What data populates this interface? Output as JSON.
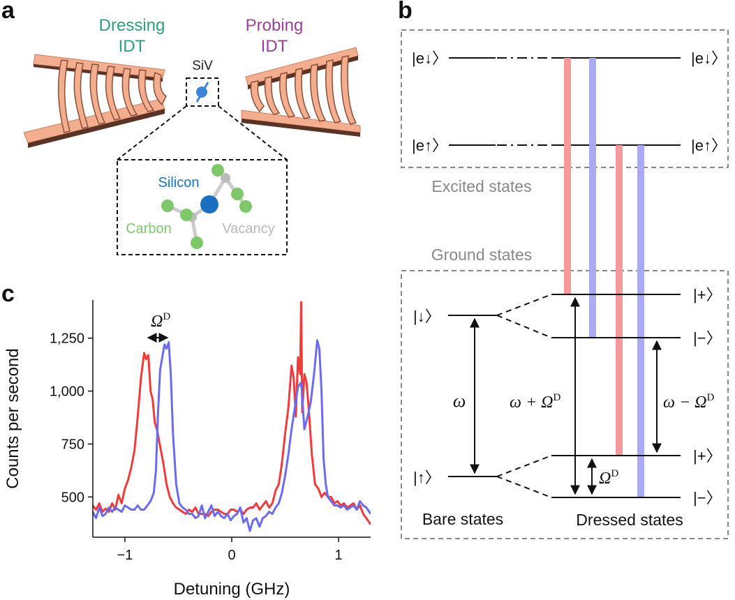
{
  "panels": {
    "a": "a",
    "b": "b",
    "c": "c"
  },
  "panel_a": {
    "dressing_idt": [
      "Dressing",
      "IDT"
    ],
    "probing_idt": [
      "Probing",
      "IDT"
    ],
    "siv": "SiV",
    "silicon": "Silicon",
    "carbon": "Carbon",
    "vacancy": "Vacancy",
    "colors": {
      "dressing": "#2f9e7e",
      "probing": "#9b3f9b",
      "silicon": "#1a73c2",
      "carbon": "#7ec86a",
      "vacancy": "#b8b8b8",
      "idt": "#f2ae8e"
    }
  },
  "panel_b": {
    "e_down": "|e↓〉",
    "e_up": "|e↑〉",
    "excited_states": "Excited states",
    "ground_states": "Ground states",
    "ket_down": "|↓〉",
    "ket_up": "|↑〉",
    "plus": "|+〉",
    "minus": "|−〉",
    "omega": "ω",
    "omega_plus": "ω + Ω",
    "omega_minus": "ω − Ω",
    "omega_d": "Ω",
    "sup_d": "D",
    "bare_states": "Bare states",
    "dressed_states": "Dressed states",
    "colors": {
      "red": "#f59a9a",
      "blue": "#aaaaf2"
    }
  },
  "chart_data": {
    "type": "line",
    "xlabel": "Detuning (GHz)",
    "ylabel": "Counts per second",
    "xlim": [
      -1.3,
      1.3
    ],
    "ylim": [
      310,
      1430
    ],
    "xticks": [
      -1,
      0,
      1
    ],
    "xtick_labels": [
      "−1",
      "0",
      "1"
    ],
    "yticks": [
      500,
      750,
      1000,
      1250
    ],
    "ytick_labels": [
      "500",
      "750",
      "1,000",
      "1,250"
    ],
    "annotation": "Ω",
    "annotation_sup": "D",
    "series": [
      {
        "color": "#ef3b3b",
        "x": [
          -1.3,
          -1.27,
          -1.24,
          -1.21,
          -1.18,
          -1.15,
          -1.12,
          -1.09,
          -1.06,
          -1.03,
          -1.0,
          -0.97,
          -0.94,
          -0.91,
          -0.88,
          -0.85,
          -0.82,
          -0.8,
          -0.78,
          -0.76,
          -0.74,
          -0.72,
          -0.7,
          -0.67,
          -0.64,
          -0.61,
          -0.58,
          -0.55,
          -0.52,
          -0.49,
          -0.46,
          -0.43,
          -0.4,
          -0.37,
          -0.34,
          -0.31,
          -0.28,
          -0.25,
          -0.22,
          -0.19,
          -0.16,
          -0.13,
          -0.1,
          -0.07,
          -0.04,
          -0.01,
          0.02,
          0.05,
          0.08,
          0.11,
          0.14,
          0.17,
          0.2,
          0.23,
          0.26,
          0.29,
          0.32,
          0.35,
          0.38,
          0.41,
          0.44,
          0.47,
          0.5,
          0.53,
          0.56,
          0.58,
          0.6,
          0.62,
          0.64,
          0.65,
          0.66,
          0.68,
          0.7,
          0.72,
          0.75,
          0.78,
          0.81,
          0.84,
          0.87,
          0.9,
          0.93,
          0.96,
          0.99,
          1.02,
          1.05,
          1.08,
          1.11,
          1.14,
          1.17,
          1.2,
          1.23,
          1.26,
          1.3
        ],
        "y": [
          460,
          440,
          470,
          430,
          445,
          430,
          470,
          440,
          510,
          470,
          540,
          580,
          640,
          720,
          880,
          1060,
          1180,
          1150,
          1170,
          1000,
          960,
          850,
          820,
          740,
          660,
          560,
          500,
          470,
          450,
          440,
          430,
          420,
          440,
          430,
          450,
          420,
          420,
          420,
          410,
          430,
          440,
          440,
          430,
          420,
          420,
          440,
          440,
          430,
          440,
          420,
          440,
          450,
          450,
          470,
          440,
          460,
          480,
          450,
          470,
          530,
          560,
          660,
          800,
          920,
          1120,
          1060,
          880,
          1160,
          1080,
          1420,
          900,
          1080,
          1040,
          920,
          700,
          560,
          540,
          500,
          520,
          500,
          500,
          470,
          480,
          460,
          470,
          450,
          460,
          470,
          440,
          460,
          420,
          400,
          370
        ]
      },
      {
        "color": "#6b6bf0",
        "x": [
          -1.3,
          -1.27,
          -1.24,
          -1.21,
          -1.18,
          -1.15,
          -1.12,
          -1.09,
          -1.06,
          -1.03,
          -1.0,
          -0.97,
          -0.94,
          -0.91,
          -0.88,
          -0.85,
          -0.82,
          -0.79,
          -0.76,
          -0.73,
          -0.71,
          -0.69,
          -0.67,
          -0.65,
          -0.63,
          -0.61,
          -0.59,
          -0.57,
          -0.55,
          -0.52,
          -0.49,
          -0.46,
          -0.43,
          -0.4,
          -0.37,
          -0.34,
          -0.31,
          -0.28,
          -0.25,
          -0.22,
          -0.19,
          -0.16,
          -0.13,
          -0.1,
          -0.07,
          -0.04,
          -0.01,
          0.02,
          0.05,
          0.08,
          0.11,
          0.14,
          0.17,
          0.2,
          0.23,
          0.26,
          0.29,
          0.32,
          0.35,
          0.38,
          0.41,
          0.44,
          0.47,
          0.5,
          0.53,
          0.56,
          0.59,
          0.62,
          0.65,
          0.68,
          0.71,
          0.74,
          0.77,
          0.8,
          0.82,
          0.84,
          0.86,
          0.88,
          0.9,
          0.93,
          0.96,
          0.99,
          1.02,
          1.05,
          1.08,
          1.11,
          1.14,
          1.17,
          1.2,
          1.23,
          1.26,
          1.3
        ],
        "y": [
          430,
          400,
          450,
          410,
          420,
          450,
          430,
          450,
          440,
          430,
          460,
          450,
          440,
          440,
          460,
          440,
          440,
          460,
          480,
          520,
          620,
          900,
          1100,
          1160,
          1220,
          1200,
          1230,
          1080,
          800,
          560,
          470,
          450,
          440,
          420,
          420,
          400,
          410,
          460,
          400,
          430,
          460,
          410,
          430,
          410,
          400,
          420,
          390,
          410,
          420,
          450,
          380,
          400,
          340,
          390,
          400,
          360,
          400,
          410,
          430,
          420,
          450,
          470,
          520,
          600,
          700,
          820,
          920,
          1020,
          1040,
          820,
          880,
          950,
          1080,
          1240,
          1200,
          1000,
          680,
          560,
          500,
          480,
          460,
          460,
          450,
          460,
          440,
          450,
          460,
          440,
          480,
          460,
          450,
          420
        ]
      }
    ]
  }
}
